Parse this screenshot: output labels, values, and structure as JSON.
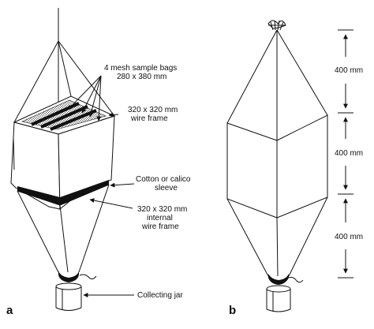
{
  "panel_a": {
    "label": "a",
    "callouts": {
      "bags_line1": "4 mesh sample bags",
      "bags_line2": "280 x 380 mm",
      "frame_line1": "320 x 320 mm",
      "frame_line2": "wire frame",
      "sleeve_line1": "Cotton or calico",
      "sleeve_line2": "sleeve",
      "internal_line1": "320 x 320 mm",
      "internal_line2": "internal",
      "internal_line3": "wire frame",
      "jar": "Collecting jar"
    }
  },
  "panel_b": {
    "label": "b",
    "dimensions": [
      "400 mm",
      "400 mm",
      "400 mm"
    ]
  }
}
